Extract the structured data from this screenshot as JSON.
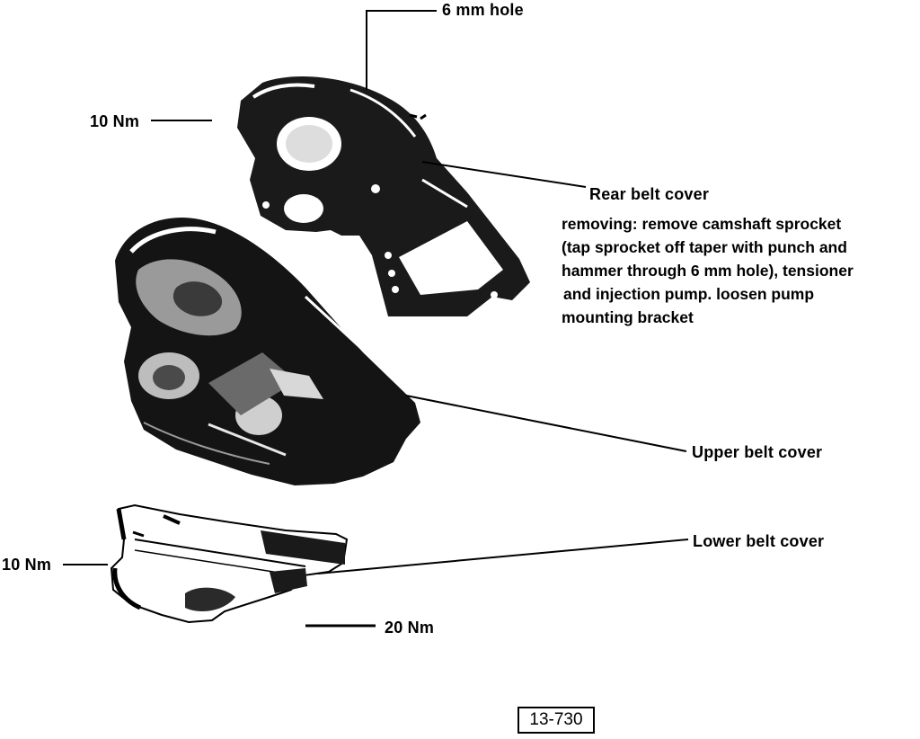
{
  "labels": {
    "hole_6mm": "6 mm hole",
    "torque_top": "10 Nm",
    "rear_cover": "Rear belt cover",
    "upper_cover": "Upper belt cover",
    "lower_cover": "Lower belt cover",
    "torque_left": "10 Nm",
    "torque_bottom": "20 Nm"
  },
  "note": {
    "lines": [
      "removing: remove camshaft sprocket",
      "(tap sprocket off taper with punch and",
      "hammer through 6 mm hole), tensioner",
      "and injection pump. loosen pump",
      "mounting bracket"
    ]
  },
  "figure_number": "13-730",
  "colors": {
    "ink": "#000000",
    "paper": "#ffffff"
  }
}
